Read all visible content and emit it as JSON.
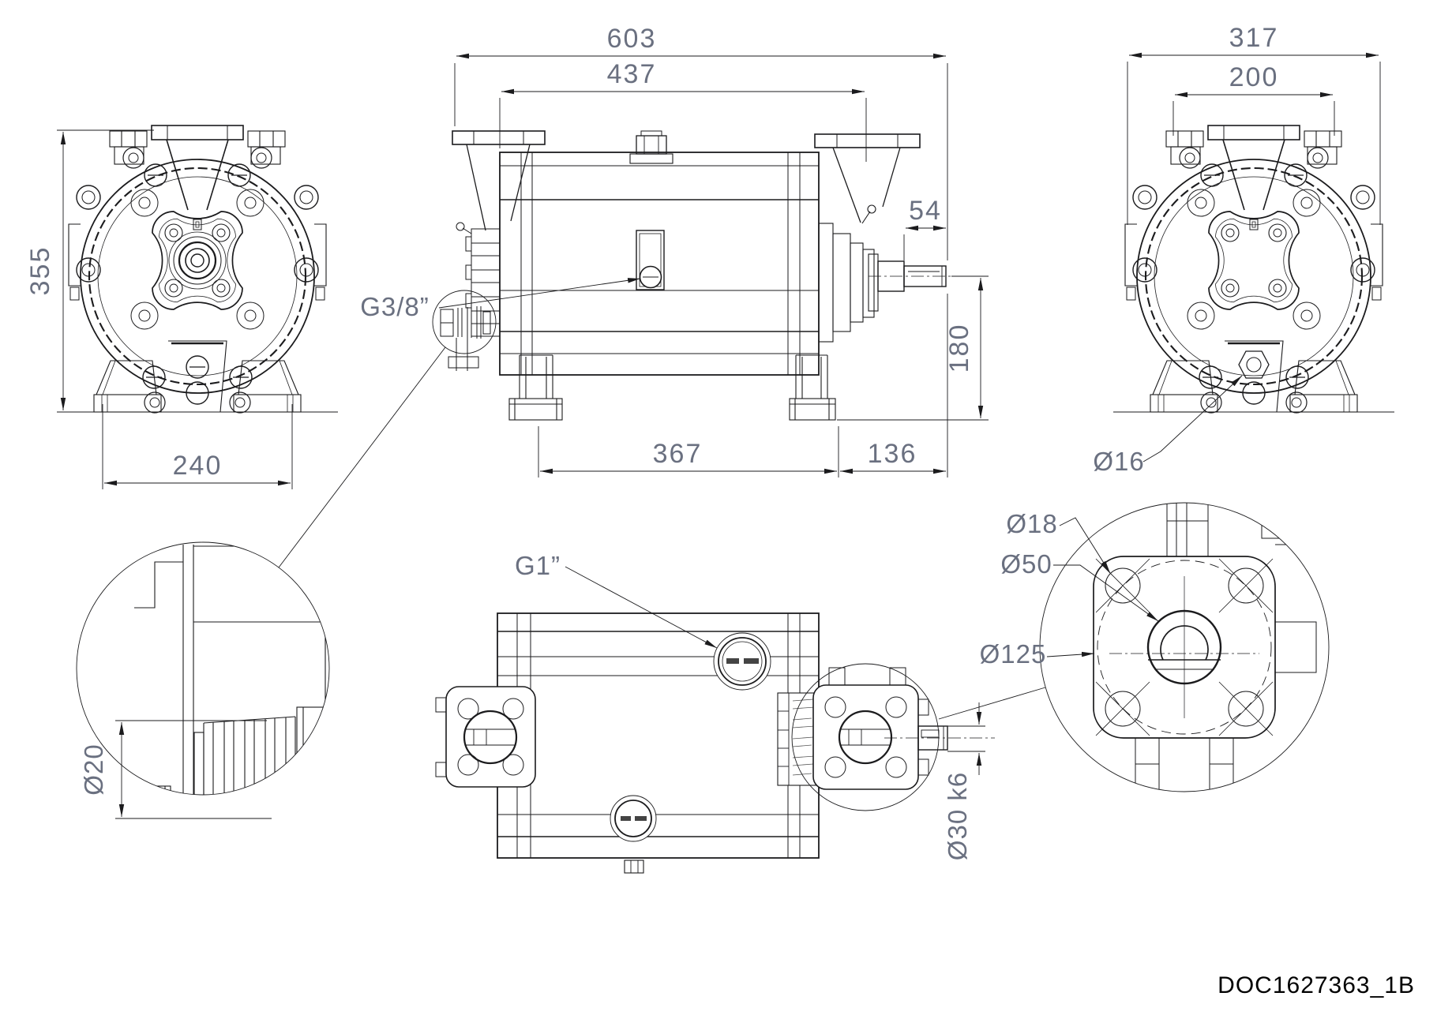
{
  "doc": {
    "number": "DOC1627363_1B"
  },
  "colors": {
    "line": "#1b1b1d",
    "dim_text": "#6a7080",
    "doc_text": "#000000"
  },
  "views": {
    "front": {
      "dims": {
        "height": "355",
        "base_width": "240"
      }
    },
    "side": {
      "dims": {
        "overall_length": "603",
        "flange_to_shaft": "437",
        "shaft_extension": "54",
        "shaft_height": "180",
        "foot_span": "367",
        "foot_to_shaft_end": "136"
      },
      "labels": {
        "drain_port": "G3/8”"
      }
    },
    "rear": {
      "dims": {
        "overall_width": "317",
        "port_spacing": "200"
      },
      "labels": {
        "plug_diameter": "Ø16"
      }
    },
    "detail_barb": {
      "labels": {
        "barb_diameter": "Ø20"
      }
    },
    "top": {
      "labels": {
        "top_port": "G1”",
        "shaft_diameter": "Ø30 k6"
      }
    },
    "detail_flange": {
      "labels": {
        "hole_diameter": "Ø18",
        "hub_diameter": "Ø50",
        "bolt_circle": "Ø125"
      }
    }
  }
}
